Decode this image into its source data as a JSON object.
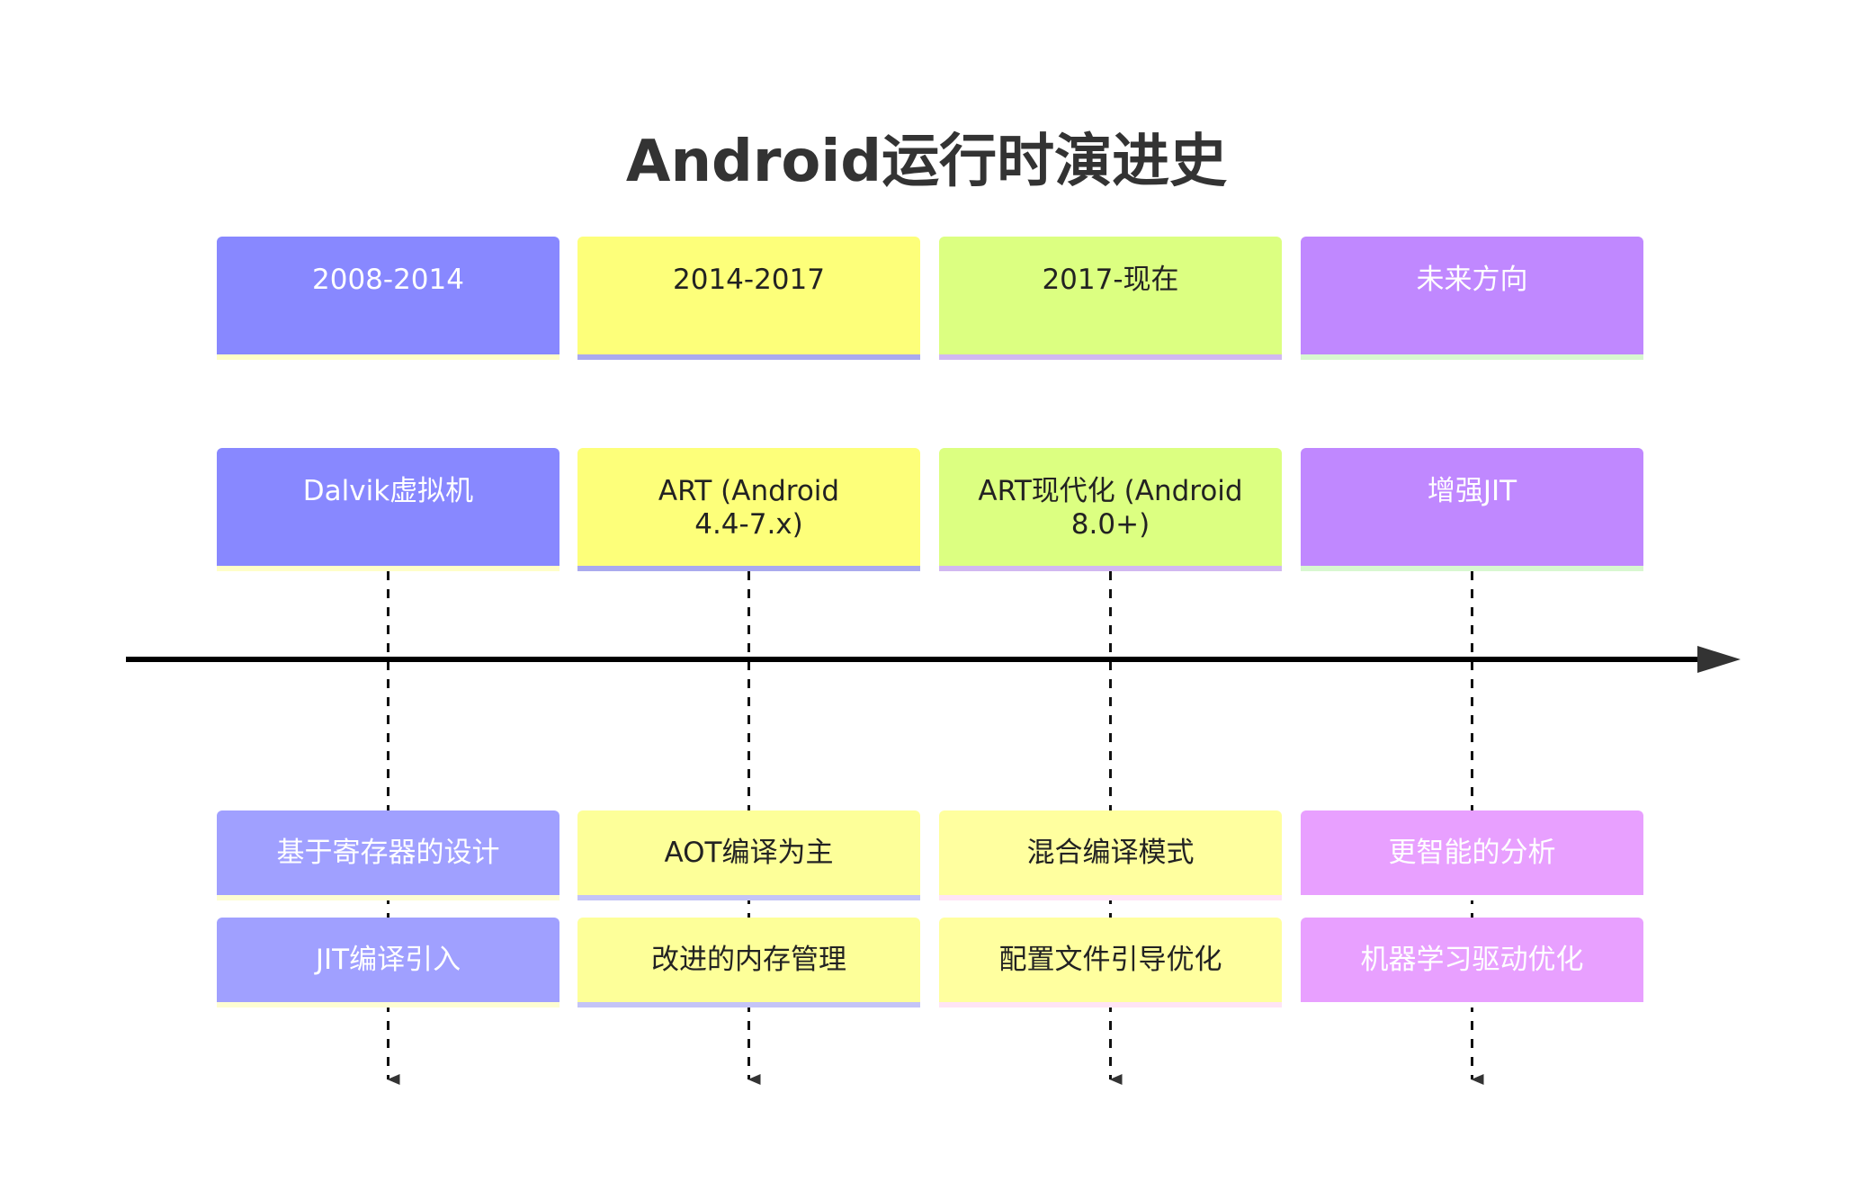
{
  "title": "Android运行时演进史",
  "columns": [
    {
      "period": "2008-2014",
      "event": "Dalvik虚拟机",
      "details": [
        "基于寄存器的设计",
        "JIT编译引入"
      ],
      "colors": {
        "head": "#8888ff",
        "head_border": "#fffec8",
        "detail": "#a0a0ff",
        "detail_border": "#fdfdd2"
      },
      "text_tone": "light"
    },
    {
      "period": "2014-2017",
      "event": "ART (Android\n4.4-7.x)",
      "details": [
        "AOT编译为主",
        "改进的内存管理"
      ],
      "colors": {
        "head": "#fdff7a",
        "head_border": "#aaaaee",
        "detail": "#fdff99",
        "detail_border": "#c4c4f7"
      },
      "text_tone": "dark"
    },
    {
      "period": "2017-现在",
      "event": "ART现代化 (Android\n8.0+)",
      "details": [
        "混合编译模式",
        "配置文件引导优化"
      ],
      "colors": {
        "head": "#dcff81",
        "head_border": "#d1b8f1",
        "detail": "#ffff9f",
        "detail_border": "#ffe4f5"
      },
      "text_tone": "dark"
    },
    {
      "period": "未来方向",
      "event": "增强JIT",
      "details": [
        "更智能的分析",
        "机器学习驱动优化"
      ],
      "colors": {
        "head": "#c088ff",
        "head_border": "#d8f7d0",
        "detail": "#e8a0ff",
        "detail_border": "#ffffff"
      },
      "text_tone": "light"
    }
  ]
}
